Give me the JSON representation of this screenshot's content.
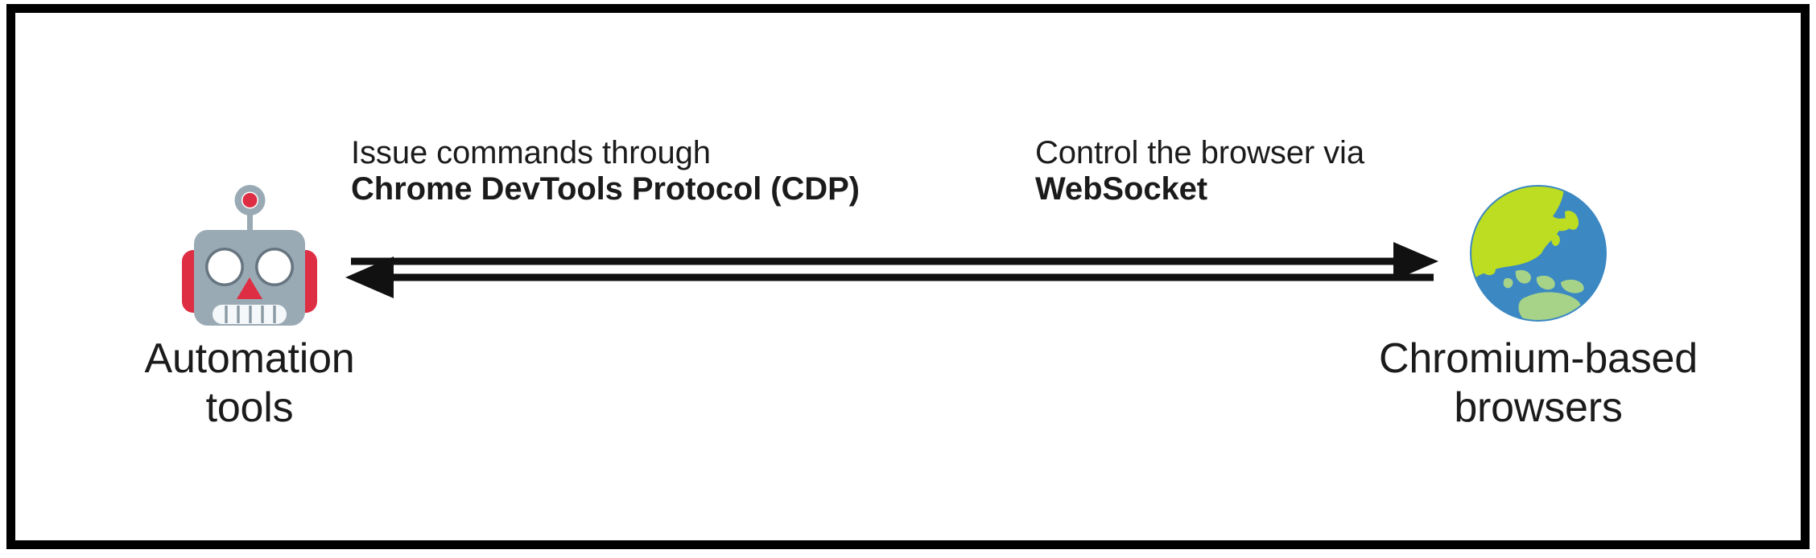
{
  "diagram": {
    "type": "flow-diagram",
    "background_color": "#ffffff",
    "border_color": "#000000",
    "text_color": "#1b1b1b",
    "nodes": [
      {
        "id": "automation-tools",
        "icon": "robot-icon",
        "icon_glyph": "robot",
        "label": "Automation\ntools"
      },
      {
        "id": "chromium-browsers",
        "icon": "globe-icon",
        "icon_glyph": "globe-showing-asia-australia",
        "label": "Chromium-based\nbrowsers"
      }
    ],
    "edges": [
      {
        "id": "outbound-command-edge",
        "direction": "left-to-right",
        "arrowhead": "right",
        "label_line1": "Issue commands through",
        "label_line2": "Chrome DevTools Protocol (CDP)"
      },
      {
        "id": "inbound-control-edge",
        "direction": "right-to-left",
        "arrowhead": "left",
        "label_line1": "Control the browser via",
        "label_line2": "WebSocket"
      }
    ]
  },
  "palette": {
    "robot_head": "#9AAAB4",
    "robot_head_shadow": "#8A99A3",
    "robot_red": "#DD2E44",
    "robot_eye_white": "#FFFFFF",
    "robot_eye_outline": "#66757F",
    "robot_teeth": "#F5F8FA",
    "globe_blue": "#3B88C3",
    "globe_green": "#A6D388",
    "globe_green_light": "#BDDD22",
    "arrow_black": "#111111",
    "frame_black": "#000000"
  }
}
